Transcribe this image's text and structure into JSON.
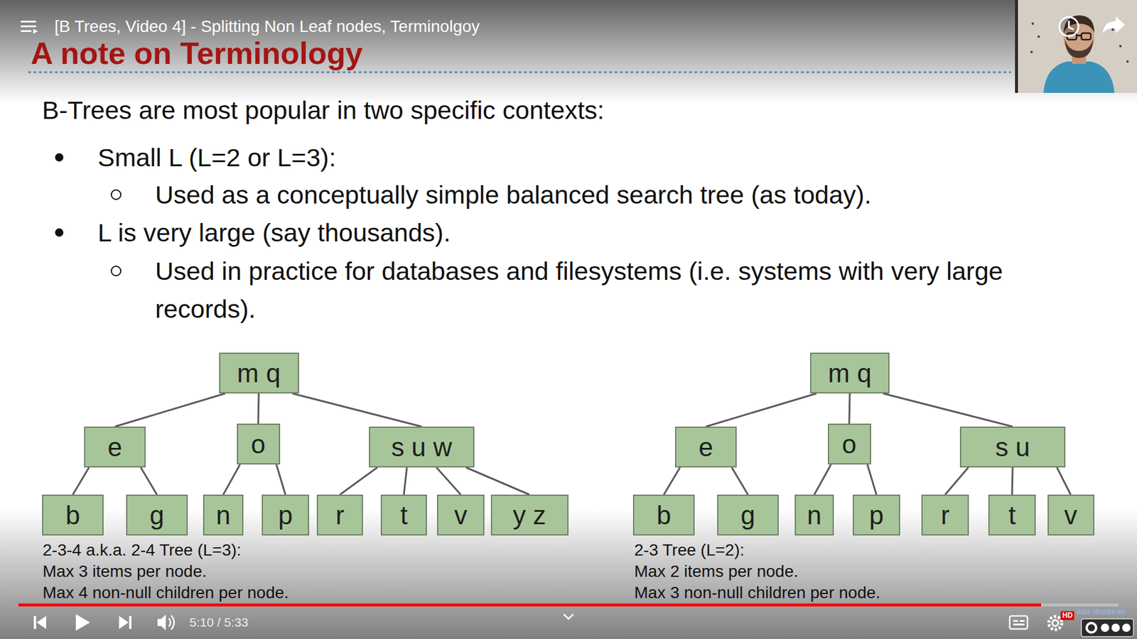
{
  "diagram": {
    "title": "A note on Terminology",
    "nodes": [
      {
        "text": [
          "m q"
        ]
      },
      {
        "text": [
          "e"
        ]
      },
      {
        "text": [
          "o"
        ]
      },
      {
        "text": [
          "s u w"
        ]
      },
      {
        "text": [
          "b"
        ]
      },
      {
        "text": [
          "g"
        ]
      },
      {
        "text": [
          "n"
        ]
      },
      {
        "text": [
          "p"
        ]
      },
      {
        "text": [
          "r"
        ]
      },
      {
        "text": [
          "t"
        ]
      },
      {
        "text": [
          "v"
        ]
      },
      {
        "text": [
          "y z"
        ]
      },
      {
        "text": [
          "m q"
        ]
      },
      {
        "text": [
          "e"
        ]
      },
      {
        "text": [
          "o"
        ]
      },
      {
        "text": [
          "s u"
        ]
      },
      {
        "text": [
          "b"
        ]
      },
      {
        "text": [
          "g"
        ]
      },
      {
        "text": [
          "n"
        ]
      },
      {
        "text": [
          "p"
        ]
      },
      {
        "text": [
          "r"
        ]
      },
      {
        "text": [
          "t"
        ]
      },
      {
        "text": [
          "v"
        ]
      }
    ],
    "edges": [
      {
        "from": 0,
        "to": 1,
        "arrow": "none"
      },
      {
        "from": 0,
        "to": 2,
        "arrow": "none"
      },
      {
        "from": 0,
        "to": 3,
        "arrow": "none"
      },
      {
        "from": 1,
        "to": 4,
        "arrow": "none"
      },
      {
        "from": 1,
        "to": 5,
        "arrow": "none"
      },
      {
        "from": 2,
        "to": 6,
        "arrow": "none"
      },
      {
        "from": 2,
        "to": 7,
        "arrow": "none"
      },
      {
        "from": 3,
        "to": 8,
        "arrow": "none"
      },
      {
        "from": 3,
        "to": 9,
        "arrow": "none"
      },
      {
        "from": 3,
        "to": 10,
        "arrow": "none"
      },
      {
        "from": 3,
        "to": 11,
        "arrow": "none"
      },
      {
        "from": 12,
        "to": 13,
        "arrow": "none"
      },
      {
        "from": 12,
        "to": 14,
        "arrow": "none"
      },
      {
        "from": 12,
        "to": 15,
        "arrow": "none"
      },
      {
        "from": 13,
        "to": 16,
        "arrow": "none"
      },
      {
        "from": 13,
        "to": 17,
        "arrow": "none"
      },
      {
        "from": 14,
        "to": 18,
        "arrow": "none"
      },
      {
        "from": 14,
        "to": 19,
        "arrow": "none"
      },
      {
        "from": 15,
        "to": 20,
        "arrow": "none"
      },
      {
        "from": 15,
        "to": 21,
        "arrow": "none"
      },
      {
        "from": 15,
        "to": 22,
        "arrow": "none"
      }
    ],
    "labels": [
      "[B Trees, Video 4] - Splitting Non Leaf nodes, Terminolgoy",
      "B-Trees are most popular in two specific contexts:",
      "Small L (L=2 or L=3):",
      "Used as a conceptually simple balanced search tree (as today).",
      "L is very large (say thousands).",
      "Used in practice for databases and filesystems (i.e. systems with very large records).",
      "2-3-4 a.k.a. 2-4 Tree (L=3):",
      "Max 3 items per node.",
      "Max 4 non-null children per node.",
      "2-3 Tree (L=2):",
      "Max 2 items per node.",
      "Max 3 non-null children per node.",
      "5:10 / 5:33",
      "HD",
      "data structur.es"
    ]
  }
}
